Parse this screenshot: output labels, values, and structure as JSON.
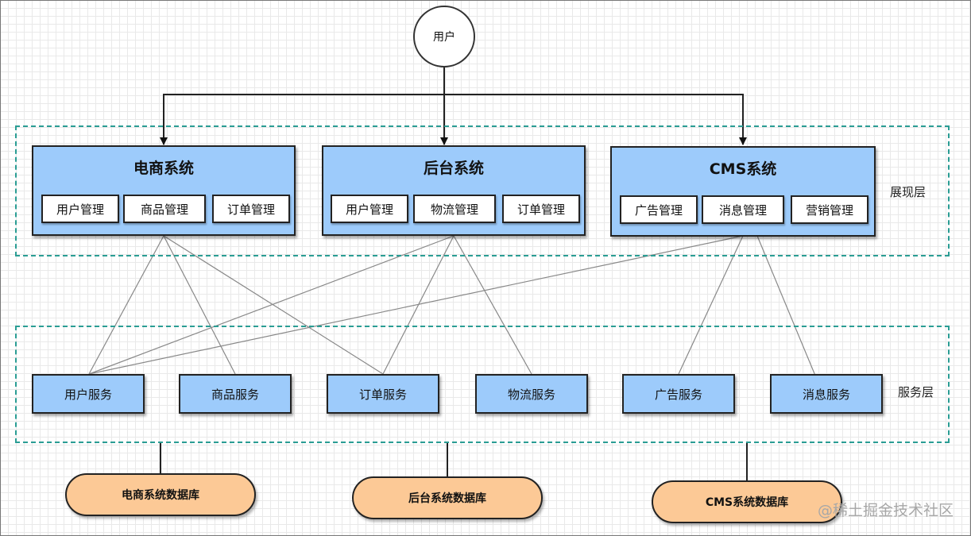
{
  "user": {
    "label": "用户"
  },
  "presentation_layer": {
    "label": "展现层",
    "systems": [
      {
        "title": "电商系统",
        "modules": [
          "用户管理",
          "商品管理",
          "订单管理"
        ]
      },
      {
        "title": "后台系统",
        "modules": [
          "用户管理",
          "物流管理",
          "订单管理"
        ]
      },
      {
        "title": "CMS系统",
        "modules": [
          "广告管理",
          "消息管理",
          "营销管理"
        ]
      }
    ]
  },
  "service_layer": {
    "label": "服务层",
    "services": [
      "用户服务",
      "商品服务",
      "订单服务",
      "物流服务",
      "广告服务",
      "消息服务"
    ]
  },
  "databases": [
    "电商系统数据库",
    "后台系统数据库",
    "CMS系统数据库"
  ],
  "watermark": "@稀土掘金技术社区",
  "colors": {
    "box_blue": "#9dcbfb",
    "db_orange": "#fcc996",
    "dashed_teal": "#2a9d94"
  }
}
